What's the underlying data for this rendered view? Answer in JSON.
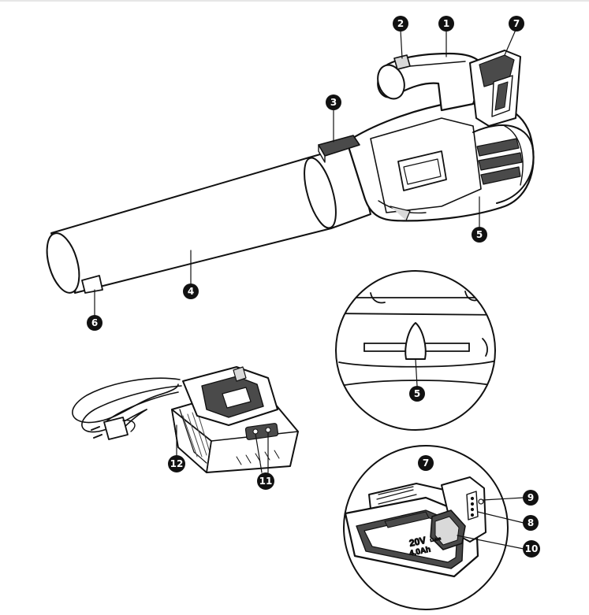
{
  "colors": {
    "ink": "#111111",
    "paper": "#ffffff",
    "shade": "#d9d9d9",
    "dark_shade": "#4a4a4a"
  },
  "callouts": {
    "c1": "1",
    "c2": "2",
    "c3": "3",
    "c4": "4",
    "c5_main": "5",
    "c6": "6",
    "c5_detail": "5",
    "c7_main": "7",
    "c7_detail": "7",
    "c8": "8",
    "c9": "9",
    "c10": "10",
    "c11": "11",
    "c12": "12"
  },
  "battery_label": {
    "voltage": "20V",
    "chemistry": "Li-ion",
    "capacity": "4.0Ah"
  }
}
